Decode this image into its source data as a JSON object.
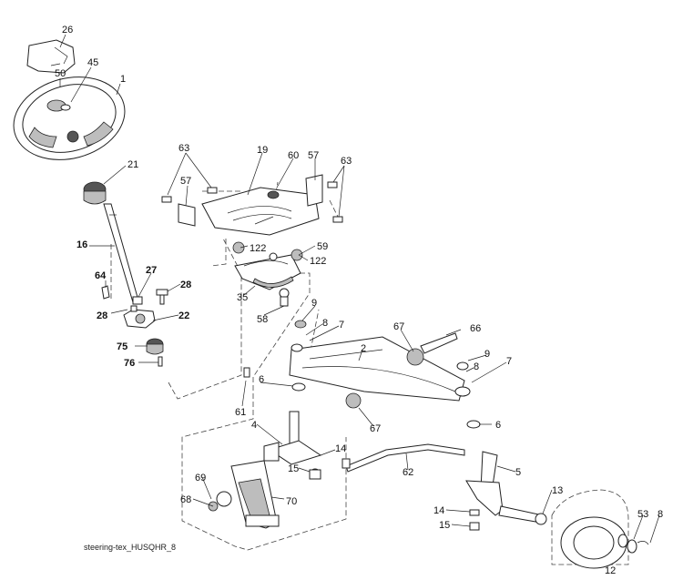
{
  "diagram": {
    "footer": "steering-tex_HUSQHR_8",
    "callouts": [
      {
        "id": "c26",
        "text": "26"
      },
      {
        "id": "c45",
        "text": "45"
      },
      {
        "id": "c50",
        "text": "50"
      },
      {
        "id": "c1",
        "text": "1"
      },
      {
        "id": "c21",
        "text": "21"
      },
      {
        "id": "c16",
        "text": "16"
      },
      {
        "id": "c64",
        "text": "64"
      },
      {
        "id": "c27",
        "text": "27"
      },
      {
        "id": "c28a",
        "text": "28"
      },
      {
        "id": "c28b",
        "text": "28"
      },
      {
        "id": "c22",
        "text": "22"
      },
      {
        "id": "c75",
        "text": "75"
      },
      {
        "id": "c76",
        "text": "76"
      },
      {
        "id": "c63a",
        "text": "63"
      },
      {
        "id": "c19",
        "text": "19"
      },
      {
        "id": "c60",
        "text": "60"
      },
      {
        "id": "c57a",
        "text": "57"
      },
      {
        "id": "c63b",
        "text": "63"
      },
      {
        "id": "c57b",
        "text": "57"
      },
      {
        "id": "c122a",
        "text": "122"
      },
      {
        "id": "c59",
        "text": "59"
      },
      {
        "id": "c122b",
        "text": "122"
      },
      {
        "id": "c35",
        "text": "35"
      },
      {
        "id": "c58",
        "text": "58"
      },
      {
        "id": "c9a",
        "text": "9"
      },
      {
        "id": "c8a",
        "text": "8"
      },
      {
        "id": "c7a",
        "text": "7"
      },
      {
        "id": "c67a",
        "text": "67"
      },
      {
        "id": "c66",
        "text": "66"
      },
      {
        "id": "c2",
        "text": "2"
      },
      {
        "id": "c9b",
        "text": "9"
      },
      {
        "id": "c8b",
        "text": "8"
      },
      {
        "id": "c7b",
        "text": "7"
      },
      {
        "id": "c6a",
        "text": "6"
      },
      {
        "id": "c61",
        "text": "61"
      },
      {
        "id": "c67b",
        "text": "67"
      },
      {
        "id": "c6b",
        "text": "6"
      },
      {
        "id": "c4",
        "text": "4"
      },
      {
        "id": "c14a",
        "text": "14"
      },
      {
        "id": "c15a",
        "text": "15"
      },
      {
        "id": "c62",
        "text": "62"
      },
      {
        "id": "c5",
        "text": "5"
      },
      {
        "id": "c69",
        "text": "69"
      },
      {
        "id": "c68",
        "text": "68"
      },
      {
        "id": "c70",
        "text": "70"
      },
      {
        "id": "c13",
        "text": "13"
      },
      {
        "id": "c14b",
        "text": "14"
      },
      {
        "id": "c15b",
        "text": "15"
      },
      {
        "id": "c53",
        "text": "53"
      },
      {
        "id": "c8c",
        "text": "8"
      },
      {
        "id": "c12",
        "text": "12"
      }
    ]
  }
}
